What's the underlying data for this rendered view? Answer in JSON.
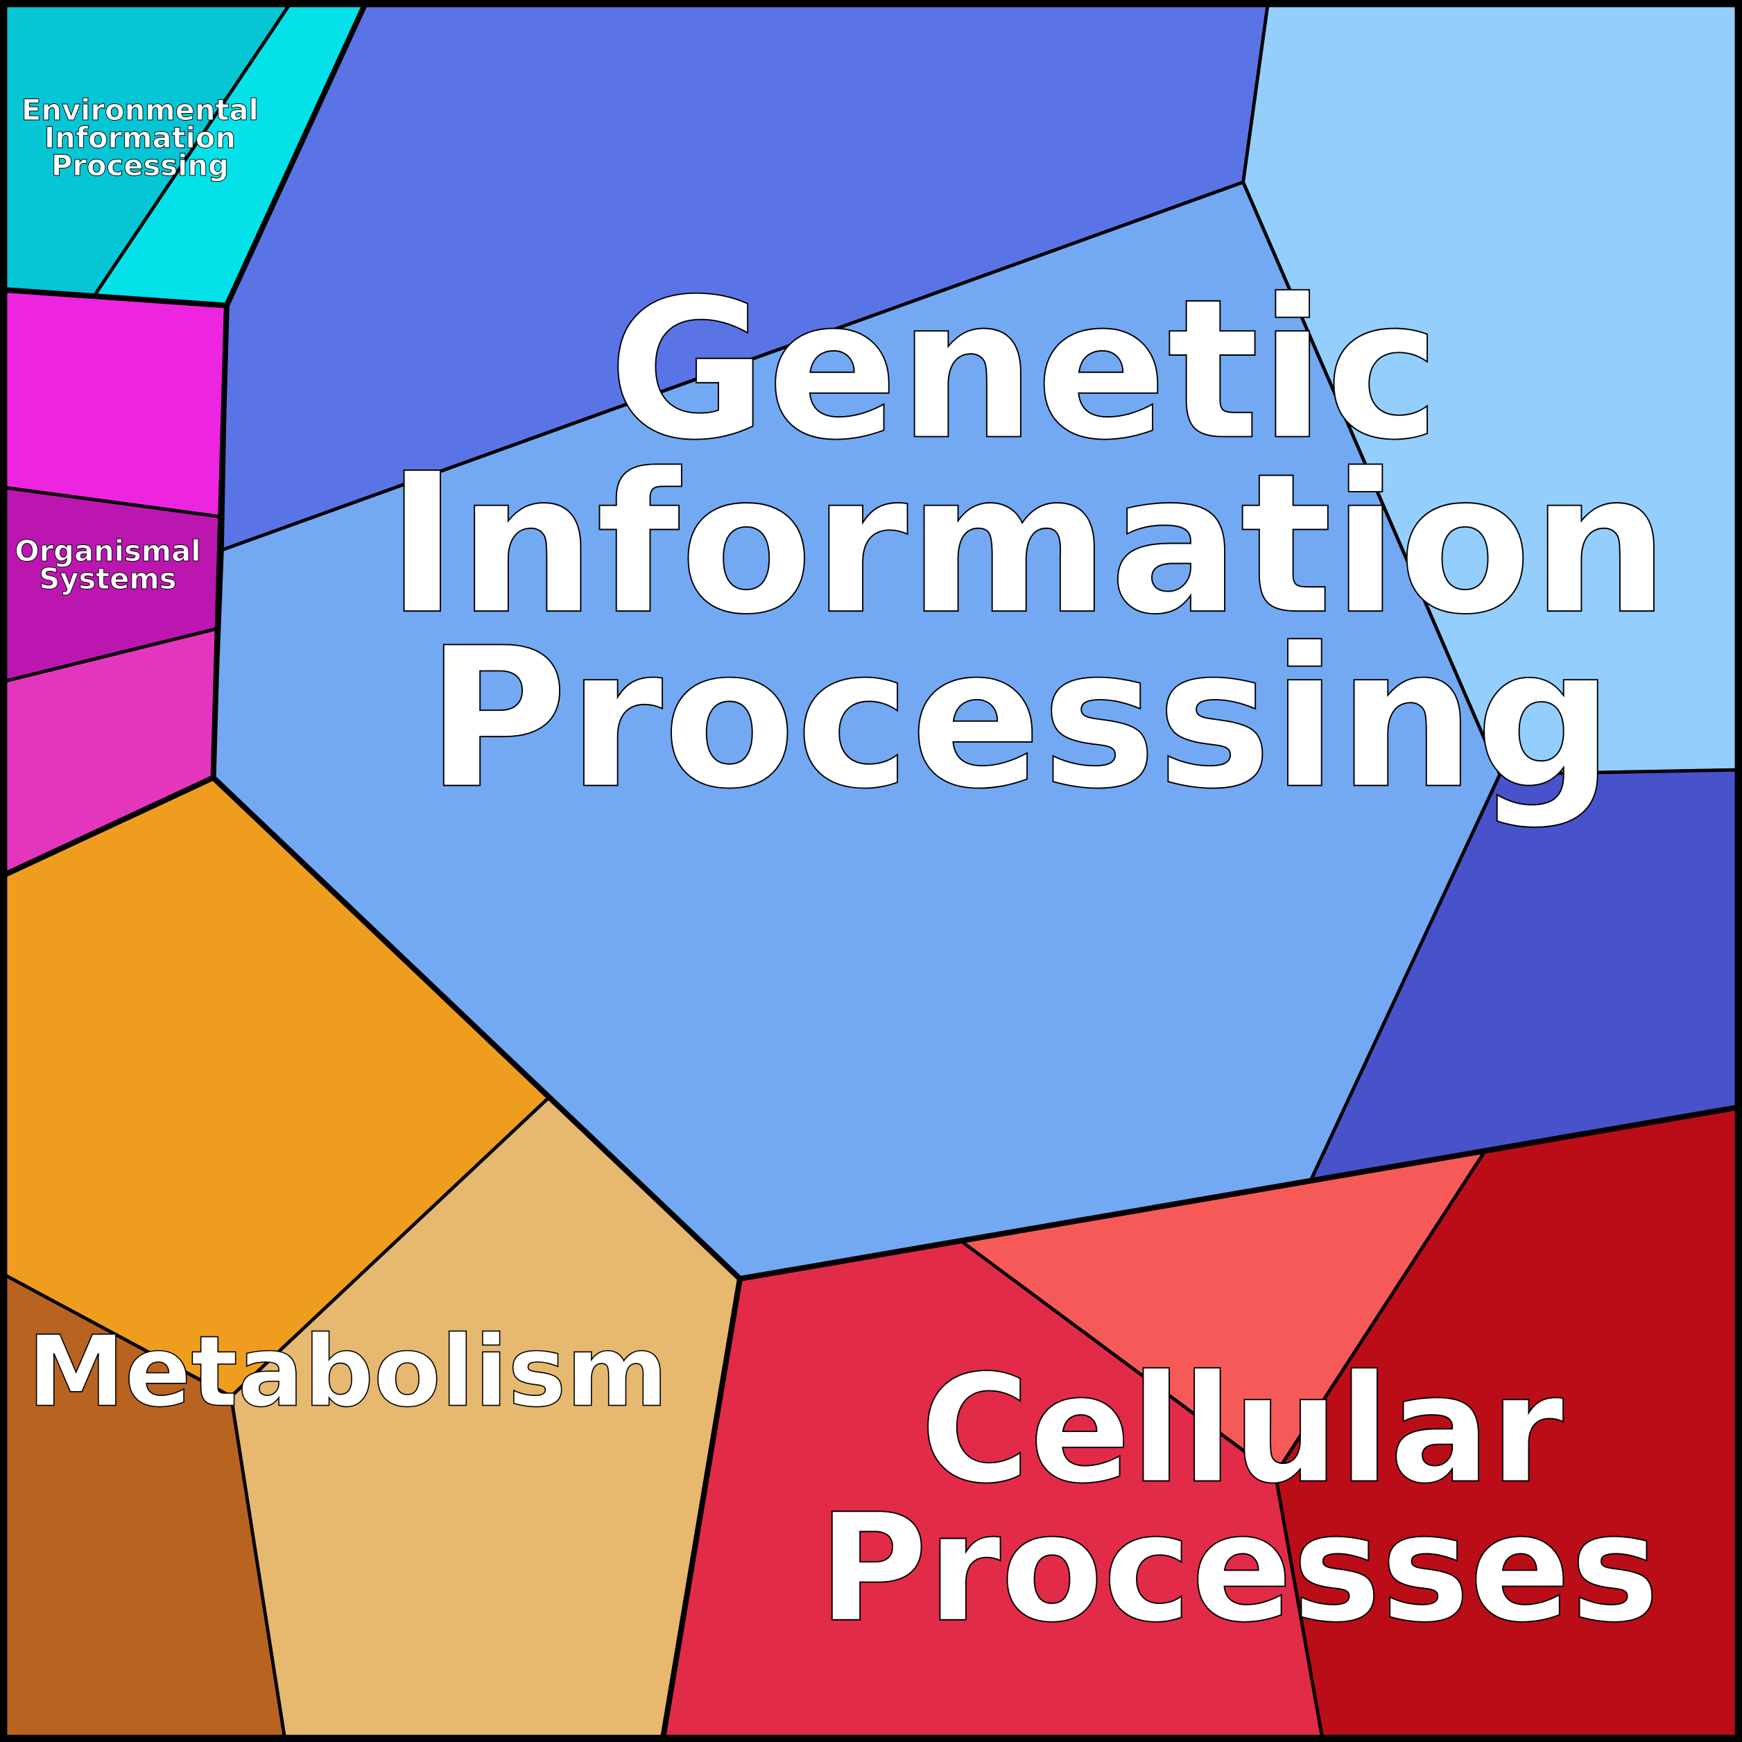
{
  "diagram": {
    "type": "voronoi-treemap",
    "groups": [
      {
        "label_lines": [
          "Genetic",
          "Information",
          "Processing"
        ],
        "colors": [
          "#5A74E6",
          "#73A9F3",
          "#94CEFC",
          "#4852CB"
        ]
      },
      {
        "label_lines": [
          "Cellular",
          "Processes"
        ],
        "colors": [
          "#E22B48",
          "#F65A58",
          "#BB0D17"
        ]
      },
      {
        "label_lines": [
          "Metabolism"
        ],
        "colors": [
          "#EE9D1F",
          "#E6B870",
          "#B96321"
        ]
      },
      {
        "label_lines": [
          "Environmental",
          "Information",
          "Processing"
        ],
        "colors": [
          "#06C5D4",
          "#04E1E8"
        ]
      },
      {
        "label_lines": [
          "Organismal",
          "Systems"
        ],
        "colors": [
          "#EE25E0",
          "#BB16B0",
          "#E336BD"
        ]
      }
    ]
  }
}
